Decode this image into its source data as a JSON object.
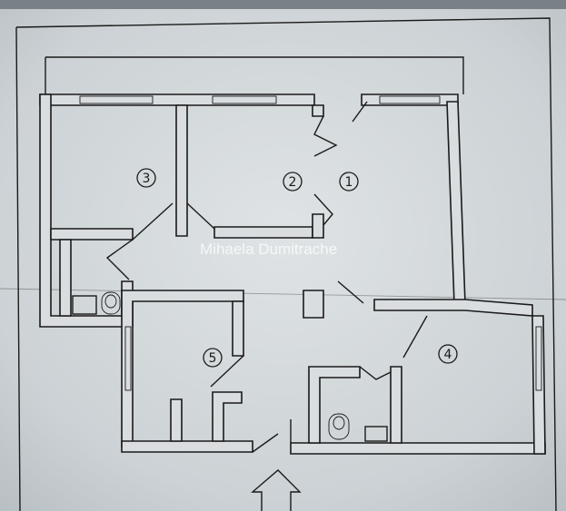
{
  "watermark": "Mihaela Dumitrache",
  "rooms": [
    {
      "id": "room-1",
      "label": "1"
    },
    {
      "id": "room-2",
      "label": "2"
    },
    {
      "id": "room-3",
      "label": "3"
    },
    {
      "id": "room-4",
      "label": "4"
    },
    {
      "id": "room-5",
      "label": "5"
    }
  ],
  "colors": {
    "paper": "#d9dde0",
    "ink": "#1a1a1a",
    "background": "#8e969a"
  }
}
